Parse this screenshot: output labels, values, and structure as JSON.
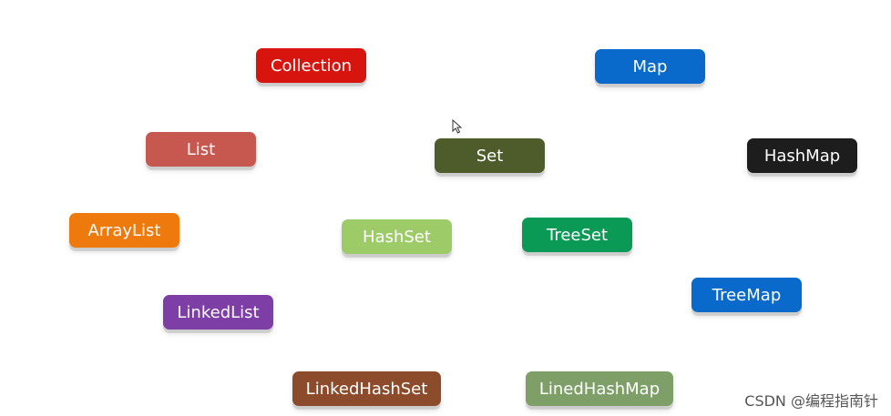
{
  "nodes": {
    "collection": {
      "label": "Collection",
      "color": "#d7150e"
    },
    "map": {
      "label": "Map",
      "color": "#0a6acb"
    },
    "list": {
      "label": "List",
      "color": "#c6584f"
    },
    "set": {
      "label": "Set",
      "color": "#4e5b2a"
    },
    "hashmap": {
      "label": "HashMap",
      "color": "#1d1d1d"
    },
    "arraylist": {
      "label": "ArrayList",
      "color": "#ee7a0e"
    },
    "hashset": {
      "label": "HashSet",
      "color": "#9ccb67"
    },
    "treeset": {
      "label": "TreeSet",
      "color": "#0a9a56"
    },
    "treemap": {
      "label": "TreeMap",
      "color": "#0a6acb"
    },
    "linkedlist": {
      "label": "LinkedList",
      "color": "#7d3fa6"
    },
    "linkedhashset": {
      "label": "LinkedHashSet",
      "color": "#8c4c2c"
    },
    "linedhashmap": {
      "label": "LinedHashMap",
      "color": "#7ea068"
    }
  },
  "watermark": "CSDN @编程指南针"
}
